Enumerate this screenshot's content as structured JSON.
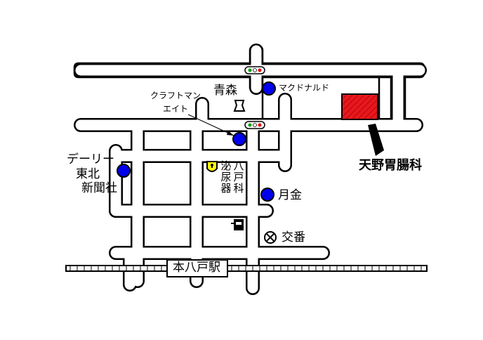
{
  "map": {
    "clinic_label": "天野胃腸科",
    "station_label": "本八戸駅",
    "landmarks": {
      "aomori": "青森",
      "mcdonalds": "マクドナルド",
      "craftman_line1": "クラフトマン",
      "craftman_line2": "エイト",
      "daily_line1": "デーリー",
      "daily_line2": "東北",
      "daily_line3": "新聞社",
      "hospital": "泌尿器科",
      "hospital_col1": "泌尿器",
      "hospital_col2": "八戸科",
      "gekkin": "月金",
      "koban": "交番"
    },
    "icons": {
      "bank_dots": "blue-circle-icon",
      "bank_symbol": "aomori-bank-icon",
      "hospital": "hospital-cross-icon",
      "post": "post-office-icon",
      "police": "police-box-icon",
      "traffic_light": "traffic-light-icon",
      "arrow": "arrow-pointer-icon"
    },
    "colors": {
      "clinic_fill": "#e8171d",
      "dot_fill": "#0000ee",
      "hospital_fill": "#ffff00",
      "road_outline": "#000000",
      "background": "#ffffff"
    }
  }
}
